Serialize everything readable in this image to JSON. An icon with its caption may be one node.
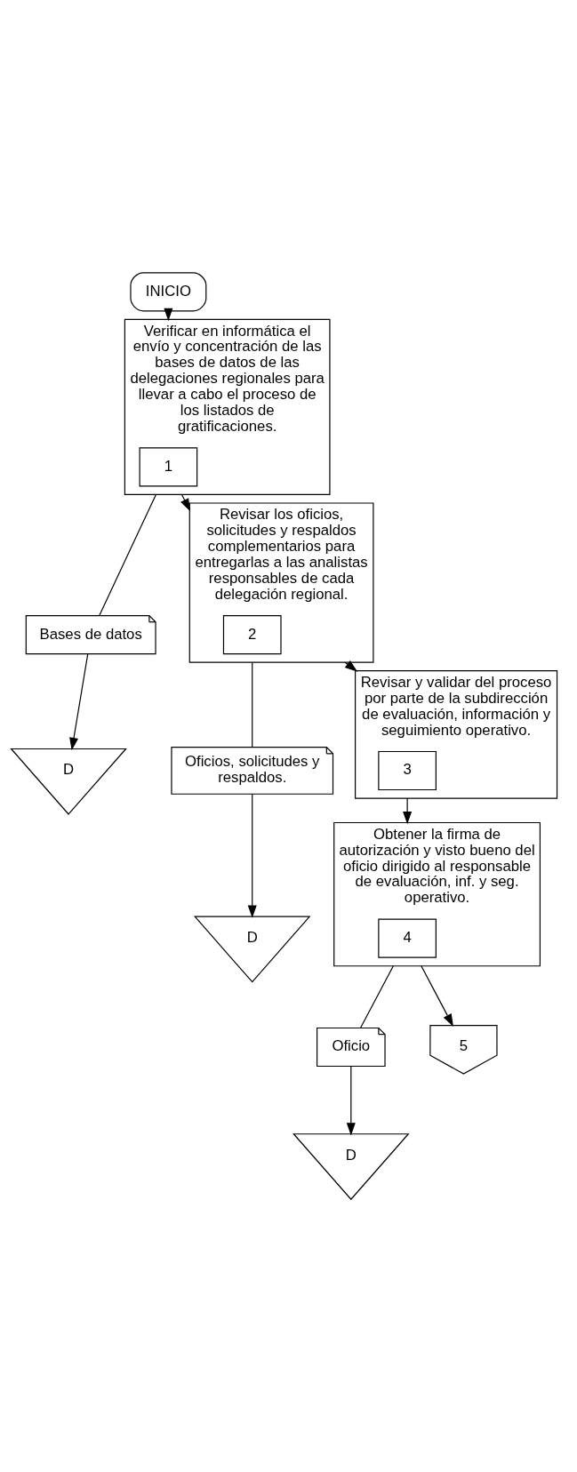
{
  "diagram": {
    "nodes": [
      {
        "text": [
          "INICIO"
        ]
      },
      {
        "text": [
          "Verificar en informática el envío y concentración de las bases de datos de las delegaciones regionales para llevar a cabo el proceso de los listados de gratificaciones."
        ]
      },
      {
        "text": [
          "1"
        ],
        "in": 1
      },
      {
        "text": [
          "Bases de datos"
        ]
      },
      {
        "text": [
          "D"
        ]
      },
      {
        "text": [
          "Revisar los oficios, solicitudes y respaldos complementarios para entregarlas a las analistas responsables de cada delegación regional."
        ]
      },
      {
        "text": [
          "2"
        ],
        "in": 5
      },
      {
        "text": [
          "Oficios, solicitudes y respaldos."
        ]
      },
      {
        "text": [
          "D"
        ]
      },
      {
        "text": [
          "Revisar y validar del proceso por parte de la subdirección de evaluación, información y seguimiento operativo."
        ]
      },
      {
        "text": [
          "3"
        ],
        "in": 9
      },
      {
        "text": [
          "Obtener la firma de autorización y visto bueno del oficio dirigido al responsable de evaluación, inf. y seg. operativo."
        ]
      },
      {
        "text": [
          "4"
        ],
        "in": 11
      },
      {
        "text": [
          "Oficio"
        ]
      },
      {
        "text": [
          "D"
        ]
      },
      {
        "text": [
          "5"
        ]
      }
    ],
    "edges": [
      {
        "from": 0,
        "to": 1,
        "arrow": "to"
      },
      {
        "from": 1,
        "to": 3,
        "arrow": "none"
      },
      {
        "from": 3,
        "to": 4,
        "arrow": "to"
      },
      {
        "from": 1,
        "to": 5,
        "arrow": "to"
      },
      {
        "from": 5,
        "to": 7,
        "arrow": "none"
      },
      {
        "from": 7,
        "to": 8,
        "arrow": "to"
      },
      {
        "from": 5,
        "to": 9,
        "arrow": "to"
      },
      {
        "from": 9,
        "to": 11,
        "arrow": "to"
      },
      {
        "from": 11,
        "to": 13,
        "arrow": "none"
      },
      {
        "from": 13,
        "to": 14,
        "arrow": "to"
      },
      {
        "from": 11,
        "to": 15,
        "arrow": "to"
      }
    ]
  }
}
